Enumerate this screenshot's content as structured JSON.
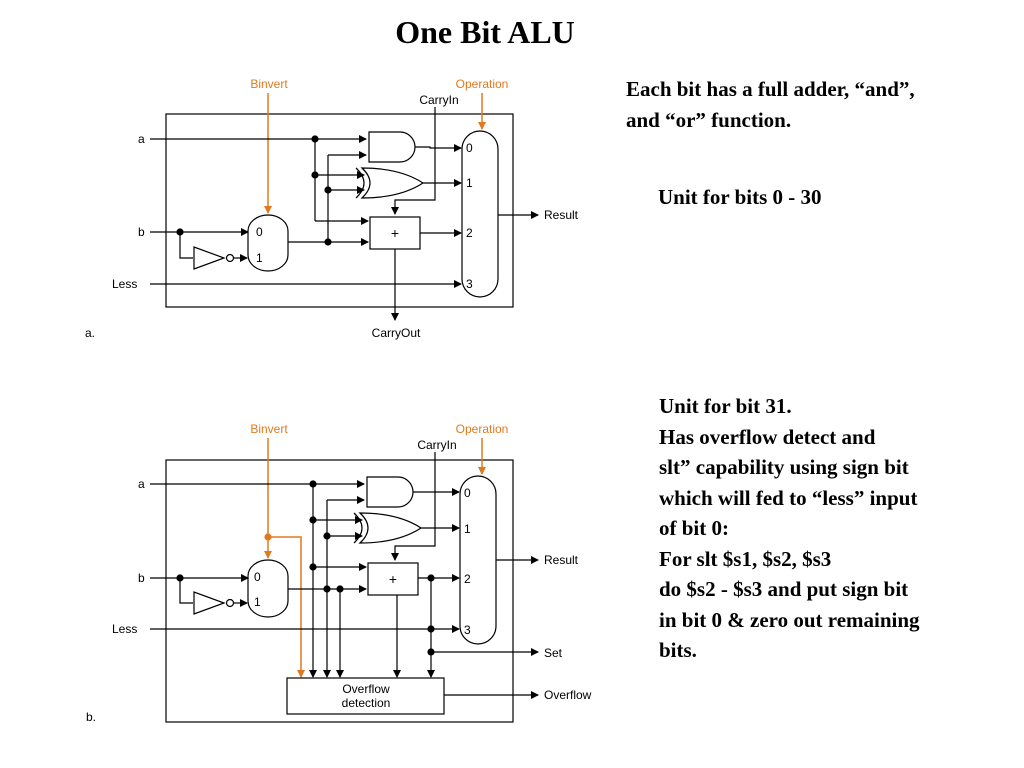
{
  "title": "One Bit ALU",
  "notes": {
    "top": [
      "Each bit has a full adder, “and”,",
      "and “or” function."
    ],
    "unit_a": "Unit for bits 0 - 30",
    "unit_b": [
      "Unit for bit 31.",
      "Has overflow detect and",
      "slt” capability using sign bit",
      "which will fed to “less” input",
      "of bit 0:",
      "For slt $s1, $s2, $s3",
      "do $s2 - $s3 and put sign bit",
      "in bit 0 & zero out remaining",
      "bits."
    ]
  },
  "diagram_a": {
    "panel_label": "a.",
    "binvert": "Binvert",
    "operation": "Operation",
    "carryin": "CarryIn",
    "carryout": "CarryOut",
    "input_a": "a",
    "input_b": "b",
    "input_less": "Less",
    "result": "Result",
    "mux_b_inputs": [
      "0",
      "1"
    ],
    "mux_op_inputs": [
      "0",
      "1",
      "2",
      "3"
    ],
    "adder_symbol": "+"
  },
  "diagram_b": {
    "panel_label": "b.",
    "binvert": "Binvert",
    "operation": "Operation",
    "carryin": "CarryIn",
    "input_a": "a",
    "input_b": "b",
    "input_less": "Less",
    "result": "Result",
    "set": "Set",
    "overflow": "Overflow",
    "overflow_box": [
      "Overflow",
      "detection"
    ],
    "mux_b_inputs": [
      "0",
      "1"
    ],
    "mux_op_inputs": [
      "0",
      "1",
      "2",
      "3"
    ],
    "adder_symbol": "+"
  },
  "colors": {
    "accent": "#e07a1f",
    "line": "#000000"
  }
}
